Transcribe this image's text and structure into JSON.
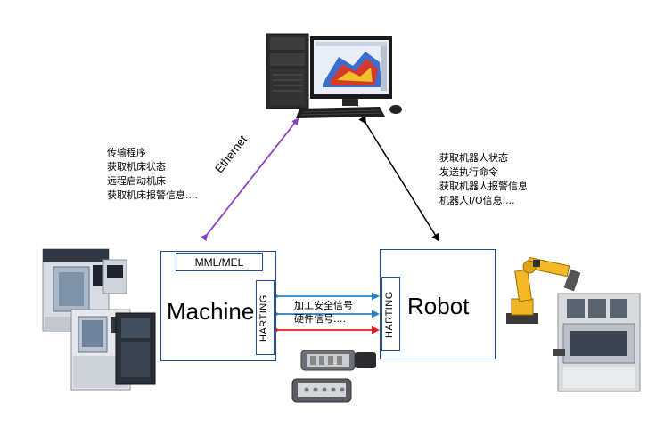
{
  "computer": {
    "icon": "desktop-workstation"
  },
  "ethernet_label": "Ethernet",
  "left_functions": [
    "传输程序",
    "获取机床状态",
    "远程启动机床",
    "获取机床报警信息...."
  ],
  "right_functions": [
    "获取机器人状态",
    "发送执行命令",
    "获取机器人报警信息",
    "机器人I/O信息...."
  ],
  "machine": {
    "title": "Machine",
    "mml_label": "MML/MEL",
    "connector_label": "HARTING"
  },
  "robot": {
    "title": "Robot",
    "connector_label": "HARTING"
  },
  "signals": [
    "加工安全信号",
    "硬件信号...."
  ],
  "colors": {
    "box_border": "#1f4e9a",
    "ethernet_arrow": "#8b3fc4",
    "blue_arrow": "#2a7fc0",
    "red_arrow": "#e02020",
    "black_arrow": "#000000"
  }
}
